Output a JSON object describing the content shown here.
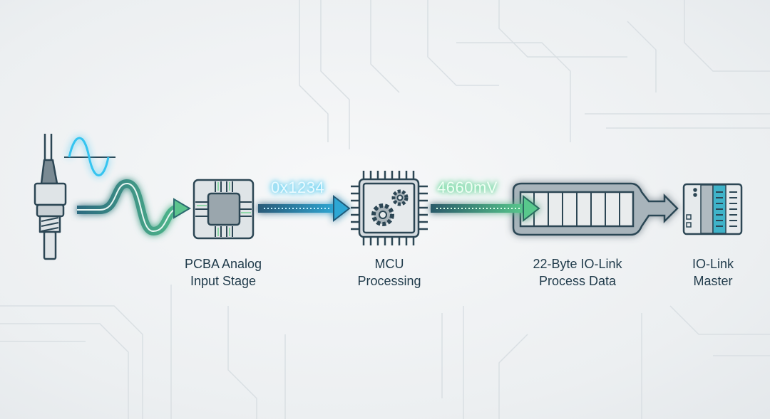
{
  "stages": [
    {
      "name": "sensor",
      "label": ""
    },
    {
      "name": "pcba",
      "label_line1": "PCBA Analog",
      "label_line2": "Input Stage"
    },
    {
      "name": "mcu",
      "label_line1": "MCU",
      "label_line2": "Processing"
    },
    {
      "name": "process-data",
      "label_line1": "22-Byte IO-Link",
      "label_line2": "Process Data"
    },
    {
      "name": "master",
      "label_line1": "IO-Link",
      "label_line2": "Master"
    }
  ],
  "values": {
    "raw_hex": "0x1234",
    "converted": "4660mV"
  },
  "colors": {
    "cyan": "#35c4f0",
    "green": "#4fd08a",
    "dark": "#2c4654",
    "chip_fill": "#b7c0c6",
    "teal": "#3fb3c9"
  },
  "icons": [
    "sensor-probe-icon",
    "sine-wave-icon",
    "pcb-chip-icon",
    "mcu-gears-icon",
    "byte-buffer-icon",
    "io-link-master-icon"
  ]
}
